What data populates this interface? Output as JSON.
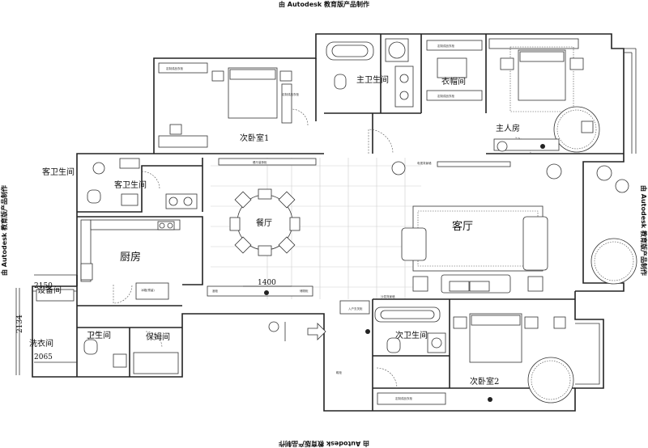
{
  "watermark": {
    "top": "由 Autodesk 教育版产品制作",
    "bottom": "由 Autodesk 教育版产品制作",
    "left": "由 Autodesk 教育版产品制作",
    "right": "由 Autodesk 教育版产品制作"
  },
  "rooms": {
    "master_bath": "主卫生间",
    "cloakroom": "衣帽间",
    "master_bedroom": "主人房",
    "second_bedroom_1": "次卧室1",
    "guest_bath_outer": "客卫生间",
    "guest_bath_inner": "客卫生间",
    "dining": "餐厅",
    "kitchen": "厨房",
    "living": "客厅",
    "laundry": "洗衣间",
    "equipment": "设备间",
    "maid_bath": "卫生间",
    "maid_room": "保姆间",
    "second_bath": "次卫生间",
    "second_bedroom_2": "次卧室2"
  },
  "dimensions": {
    "d2150": "2150",
    "d2065": "2065",
    "d2134": "2134",
    "d1400": "1400"
  },
  "annotations": {
    "wardrobe_a": "定制成品衣柜",
    "wardrobe_b": "定制成品衣柜",
    "wardrobe_c": "定制成品衣柜",
    "wardrobe_d": "定制成品衣柜",
    "wardrobe_e": "定制成品衣柜",
    "dining_cabinet": "餐厅装饰柜",
    "tv_cabinet": "电视背景墙",
    "sofa_wall": "沙发背景墙",
    "fridge": "冰箱(预留)",
    "entry_cabinet": "入户玄关柜",
    "shoe_cabinet": "鞋柜",
    "wine_cabinet": "酒柜",
    "storage": "储物柜"
  }
}
